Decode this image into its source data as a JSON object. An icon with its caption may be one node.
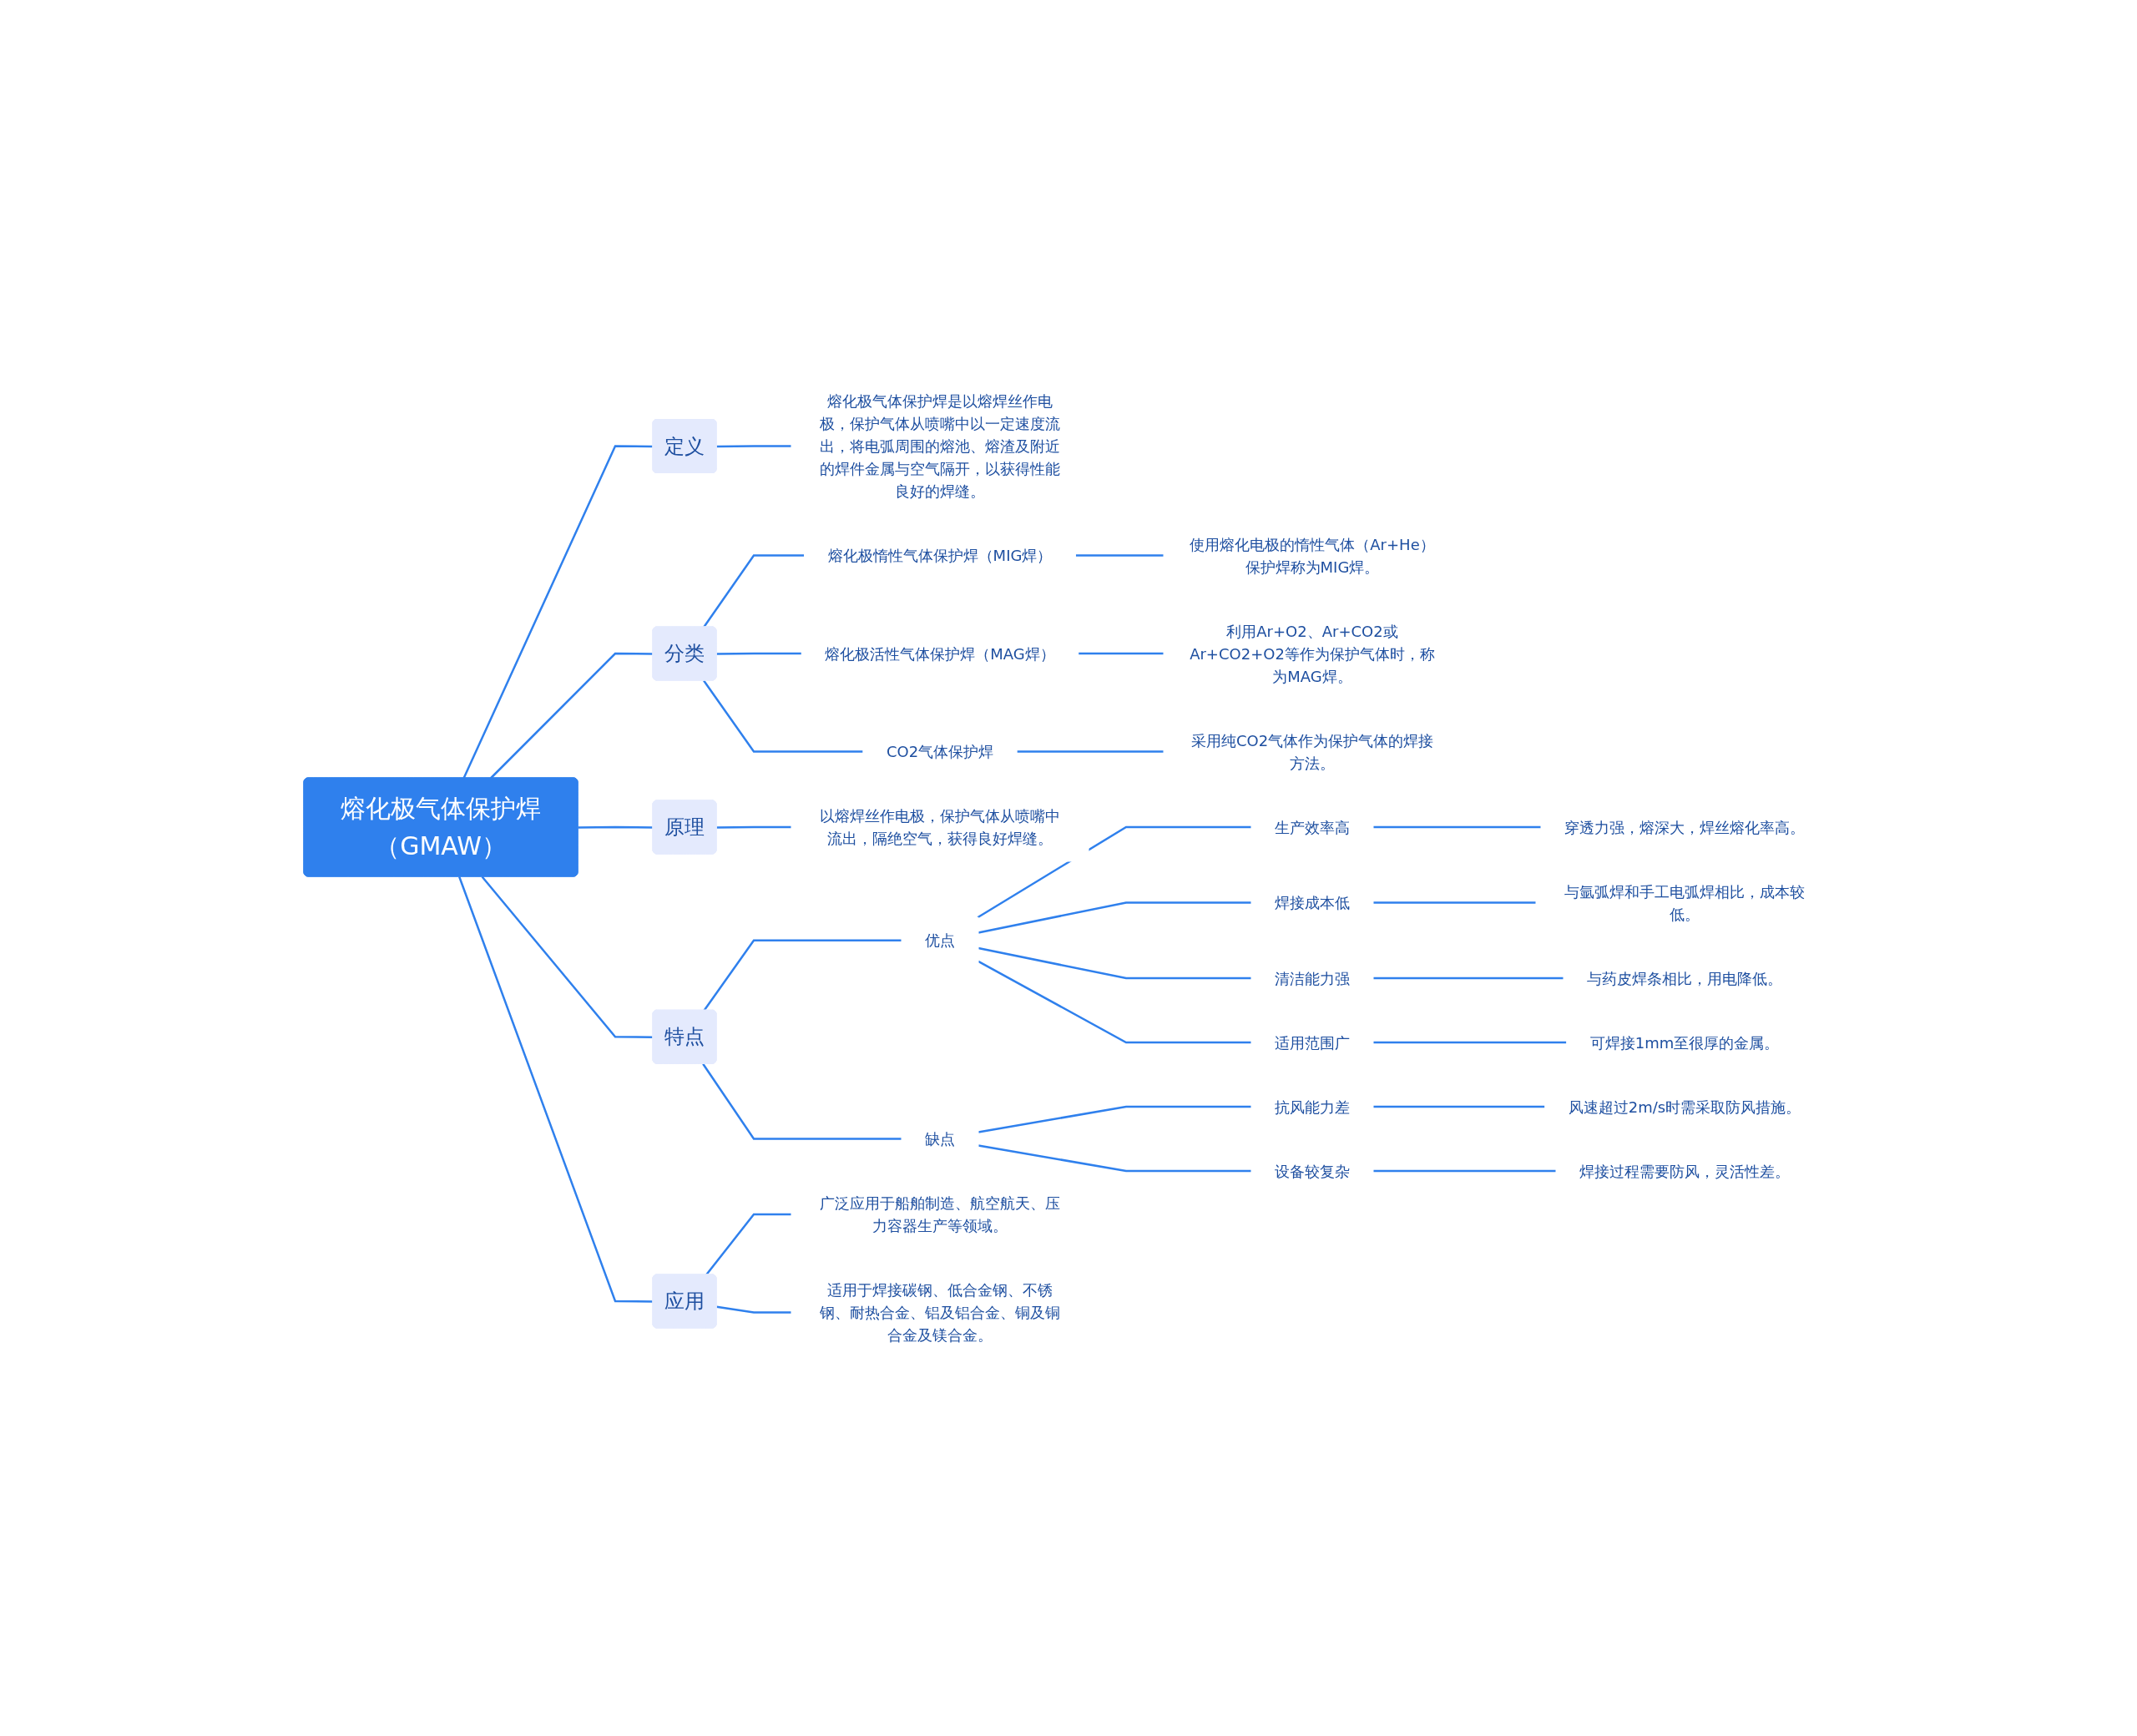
{
  "diagram": {
    "nodes": [
      {
        "text": [
          "熔化极气体保护焊（GMAW）"
        ]
      },
      {
        "text": [
          "定义"
        ]
      },
      {
        "text": [
          "熔化极气体保护焊是以熔焊丝作电极，保护气体从喷嘴中以一定速度流出，将电弧周围的熔池、熔渣及附近的焊件金属与空气隔开，以获得性能良好的焊缝。"
        ]
      },
      {
        "text": [
          "分类"
        ]
      },
      {
        "text": [
          "熔化极惰性气体保护焊（MIG焊）"
        ]
      },
      {
        "text": [
          "使用熔化电极的惰性气体（Ar+He）保护焊称为MIG焊。"
        ]
      },
      {
        "text": [
          "熔化极活性气体保护焊（MAG焊）"
        ]
      },
      {
        "text": [
          "利用Ar+O2、Ar+CO2或Ar+CO2+O2等作为保护气体时，称为MAG焊。"
        ]
      },
      {
        "text": [
          "CO2气体保护焊"
        ]
      },
      {
        "text": [
          "采用纯CO2气体作为保护气体的焊接方法。"
        ]
      },
      {
        "text": [
          "原理"
        ]
      },
      {
        "text": [
          "以熔焊丝作电极，保护气体从喷嘴中流出，隔绝空气，获得良好焊缝。"
        ]
      },
      {
        "text": [
          "特点"
        ]
      },
      {
        "text": [
          "优点"
        ]
      },
      {
        "text": [
          "生产效率高"
        ]
      },
      {
        "text": [
          "穿透力强，熔深大，焊丝熔化率高。"
        ]
      },
      {
        "text": [
          "焊接成本低"
        ]
      },
      {
        "text": [
          "与氩弧焊和手工电弧焊相比，成本较低。"
        ]
      },
      {
        "text": [
          "清洁能力强"
        ]
      },
      {
        "text": [
          "与药皮焊条相比，用电降低。"
        ]
      },
      {
        "text": [
          "适用范围广"
        ]
      },
      {
        "text": [
          "可焊接1mm至很厚的金属。"
        ]
      },
      {
        "text": [
          "缺点"
        ]
      },
      {
        "text": [
          "抗风能力差"
        ]
      },
      {
        "text": [
          "风速超过2m/s时需采取防风措施。"
        ]
      },
      {
        "text": [
          "设备较复杂"
        ]
      },
      {
        "text": [
          "焊接过程需要防风，灵活性差。"
        ]
      },
      {
        "text": [
          "应用"
        ]
      },
      {
        "text": [
          "广泛应用于船舶制造、航空航天、压力容器生产等领域。"
        ]
      },
      {
        "text": [
          "适用于焊接碳钢、低合金钢、不锈钢、耐热合金、铝及铝合金、铜及铜合金及镁合金。"
        ]
      }
    ],
    "edges": [
      {
        "from": 0,
        "to": 1,
        "arrow": "none"
      },
      {
        "from": 1,
        "to": 2,
        "arrow": "none"
      },
      {
        "from": 0,
        "to": 3,
        "arrow": "none"
      },
      {
        "from": 3,
        "to": 4,
        "arrow": "none"
      },
      {
        "from": 4,
        "to": 5,
        "arrow": "none"
      },
      {
        "from": 3,
        "to": 6,
        "arrow": "none"
      },
      {
        "from": 6,
        "to": 7,
        "arrow": "none"
      },
      {
        "from": 3,
        "to": 8,
        "arrow": "none"
      },
      {
        "from": 8,
        "to": 9,
        "arrow": "none"
      },
      {
        "from": 0,
        "to": 10,
        "arrow": "none"
      },
      {
        "from": 10,
        "to": 11,
        "arrow": "none"
      },
      {
        "from": 0,
        "to": 12,
        "arrow": "none"
      },
      {
        "from": 12,
        "to": 13,
        "arrow": "none"
      },
      {
        "from": 13,
        "to": 14,
        "arrow": "none"
      },
      {
        "from": 14,
        "to": 15,
        "arrow": "none"
      },
      {
        "from": 13,
        "to": 16,
        "arrow": "none"
      },
      {
        "from": 16,
        "to": 17,
        "arrow": "none"
      },
      {
        "from": 13,
        "to": 18,
        "arrow": "none"
      },
      {
        "from": 18,
        "to": 19,
        "arrow": "none"
      },
      {
        "from": 13,
        "to": 20,
        "arrow": "none"
      },
      {
        "from": 20,
        "to": 21,
        "arrow": "none"
      },
      {
        "from": 12,
        "to": 22,
        "arrow": "none"
      },
      {
        "from": 22,
        "to": 23,
        "arrow": "none"
      },
      {
        "from": 23,
        "to": 24,
        "arrow": "none"
      },
      {
        "from": 22,
        "to": 25,
        "arrow": "none"
      },
      {
        "from": 25,
        "to": 26,
        "arrow": "none"
      },
      {
        "from": 0,
        "to": 27,
        "arrow": "none"
      },
      {
        "from": 27,
        "to": 28,
        "arrow": "none"
      },
      {
        "from": 27,
        "to": 29,
        "arrow": "none"
      }
    ]
  }
}
